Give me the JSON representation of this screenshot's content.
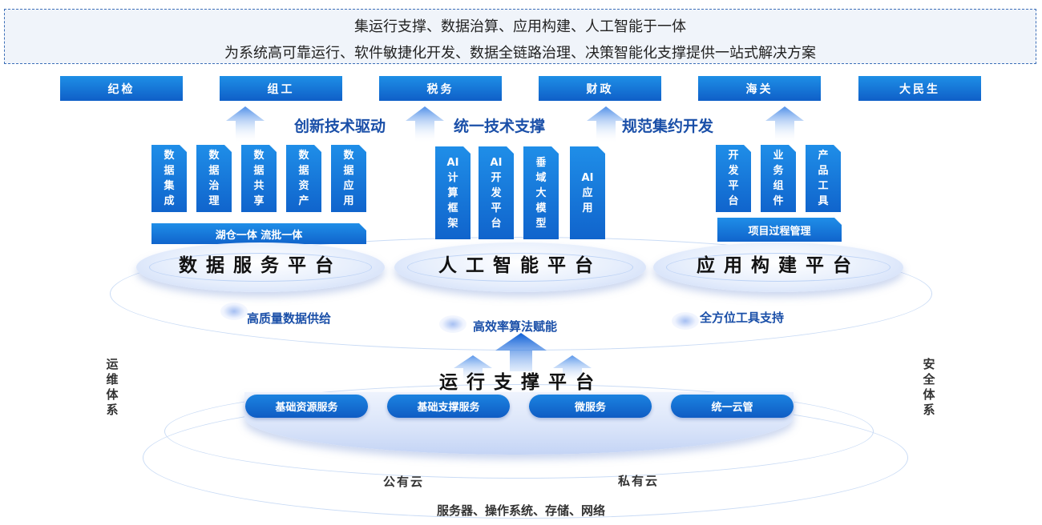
{
  "banner": {
    "line1": "集运行支撑、数据治算、应用构建、人工智能于一体",
    "line2": "为系统高可靠运行、软件敏捷化开发、数据全链路治理、决策智能化支撑提供一站式解决方案"
  },
  "sectors": [
    "纪检",
    "组工",
    "税务",
    "财政",
    "海关",
    "大民生"
  ],
  "drivers": [
    "创新技术驱动",
    "统一技术支撑",
    "规范集约开发"
  ],
  "data_platform": {
    "modules": [
      [
        "数",
        "据",
        "集",
        "成"
      ],
      [
        "数",
        "据",
        "治",
        "理"
      ],
      [
        "数",
        "据",
        "共",
        "享"
      ],
      [
        "数",
        "据",
        "资",
        "产"
      ],
      [
        "数",
        "据",
        "应",
        "用"
      ]
    ],
    "bar": "湖仓一体  流批一体",
    "label": "数据服务平台"
  },
  "ai_platform": {
    "modules": [
      [
        "AI",
        "计",
        "算",
        "框",
        "架"
      ],
      [
        "AI",
        "开",
        "发",
        "平",
        "台"
      ],
      [
        "垂",
        "域",
        "大",
        "模",
        "型"
      ],
      [
        "AI",
        "应",
        "用"
      ]
    ],
    "label": "人工智能平台"
  },
  "app_platform": {
    "modules": [
      [
        "开",
        "发",
        "平",
        "台"
      ],
      [
        "业",
        "务",
        "组",
        "件"
      ],
      [
        "产",
        "品",
        "工",
        "具"
      ]
    ],
    "bar": "项目过程管理",
    "label": "应用构建平台"
  },
  "flows": [
    "高质量数据供给",
    "高效率算法赋能",
    "全方位工具支持"
  ],
  "side_left": [
    "运",
    "维",
    "体",
    "系"
  ],
  "side_right": [
    "安",
    "全",
    "体",
    "系"
  ],
  "runtime": {
    "label": "运行支撑平台",
    "services": [
      "基础资源服务",
      "基础支撑服务",
      "微服务",
      "统一云管"
    ]
  },
  "clouds": [
    "公有云",
    "私有云"
  ],
  "infra": "服务器、操作系统、存储、网络"
}
